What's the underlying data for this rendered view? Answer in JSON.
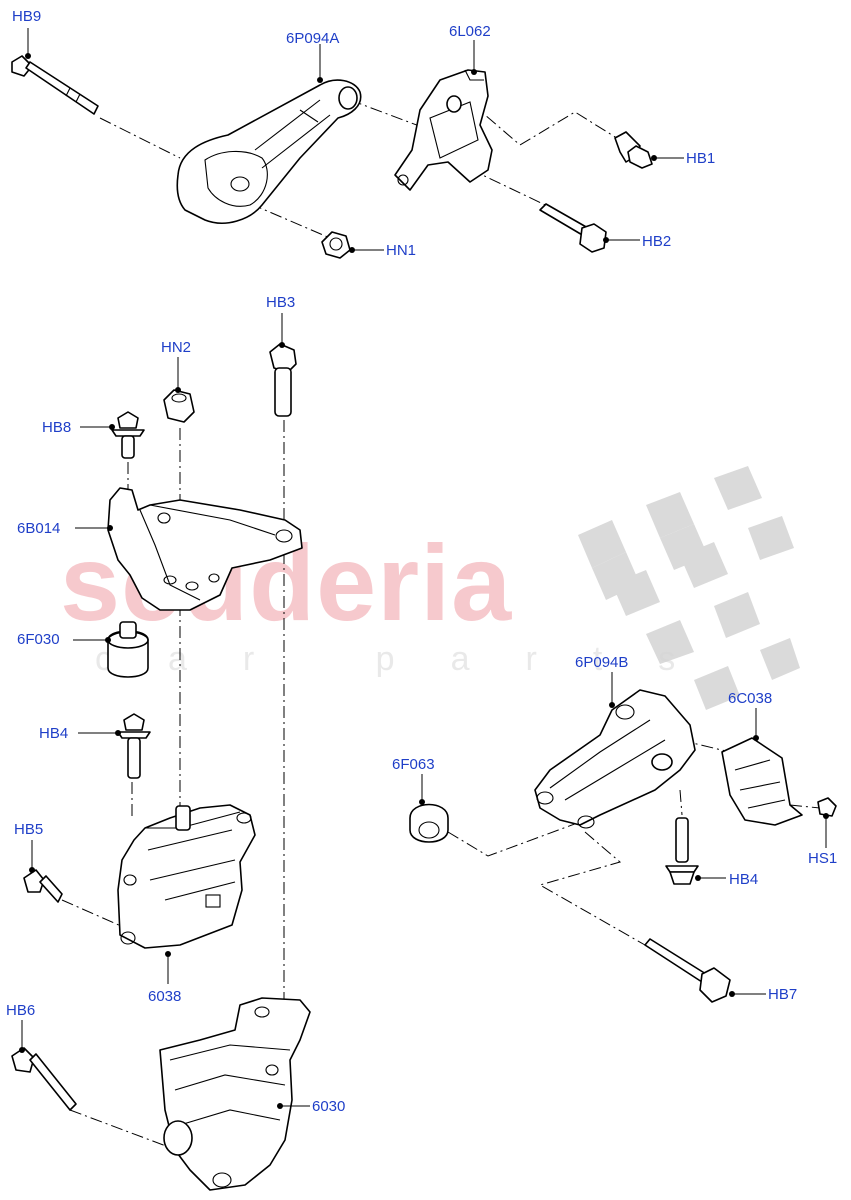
{
  "watermark": {
    "brand": "scuderia",
    "tagline": "car parts"
  },
  "callouts": {
    "hb9": "HB9",
    "p6p094a": "6P094A",
    "p6l062": "6L062",
    "hb1": "HB1",
    "hb2": "HB2",
    "hn1": "HN1",
    "hb3": "HB3",
    "hn2": "HN2",
    "hb8": "HB8",
    "p6b014": "6B014",
    "p6f030": "6F030",
    "hb4_left": "HB4",
    "hb5": "HB5",
    "p6038": "6038",
    "hb6": "HB6",
    "p6030": "6030",
    "p6p094b": "6P094B",
    "p6c038": "6C038",
    "p6f063": "6F063",
    "hb4_right": "HB4",
    "hs1": "HS1",
    "hb7": "HB7"
  },
  "colors": {
    "callout_text": "#1f3fc8",
    "line_art": "#000000",
    "watermark_red": "#f4b8bd",
    "watermark_grey": "#d6d6d6"
  }
}
